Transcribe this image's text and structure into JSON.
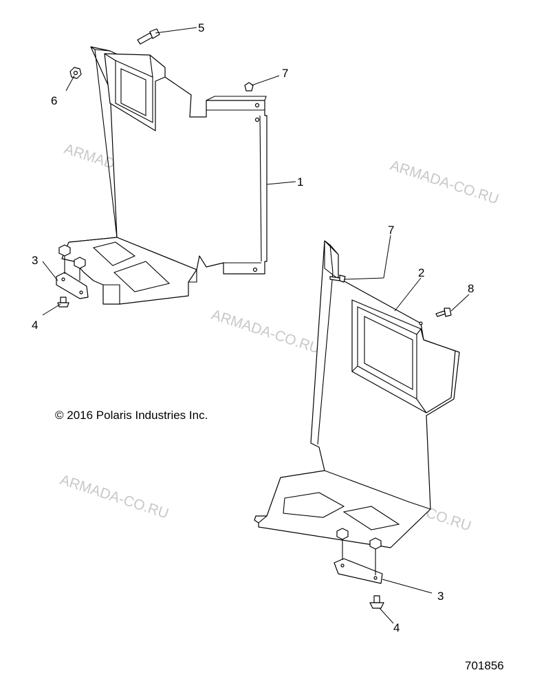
{
  "watermark": "ARMADA-CO.RU",
  "copyright": "© 2016 Polaris Industries Inc.",
  "figure_number": "701856",
  "callouts": {
    "c1": "1",
    "c2": "2",
    "c3a": "3",
    "c3b": "3",
    "c4a": "4",
    "c4b": "4",
    "c5": "5",
    "c6": "6",
    "c7a": "7",
    "c7b": "7",
    "c8": "8"
  }
}
